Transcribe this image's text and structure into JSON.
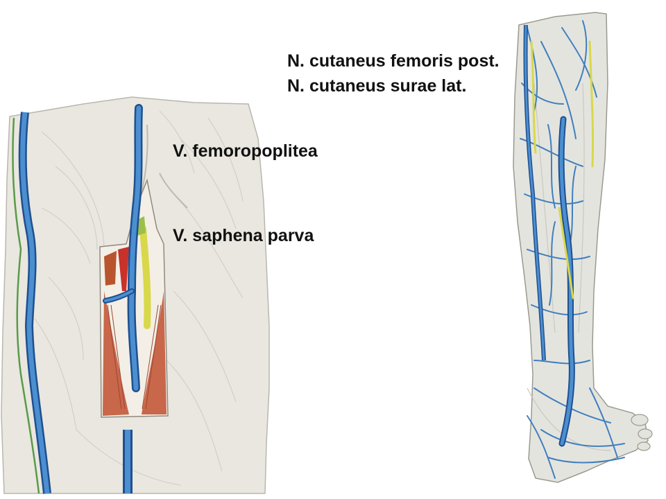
{
  "labels": {
    "cutaneus_femoris_post": "N. cutaneus femoris post.",
    "cutaneus_surae_lat": "N. cutaneus surae lat.",
    "femoropoplitea": "V. femoropoplitea",
    "saphena_parva": "V. saphena parva"
  },
  "colors": {
    "background": "#ffffff",
    "skin": "#e9e7df",
    "skin_shadow": "#cfcdc4",
    "vein": "#3f7fbf",
    "vein_dark": "#1f4f8f",
    "nerve": "#d8d84a",
    "nerve_green": "#5a9a4a",
    "muscle": "#c8674a",
    "artery": "#c8322a",
    "label_text": "#111111"
  }
}
